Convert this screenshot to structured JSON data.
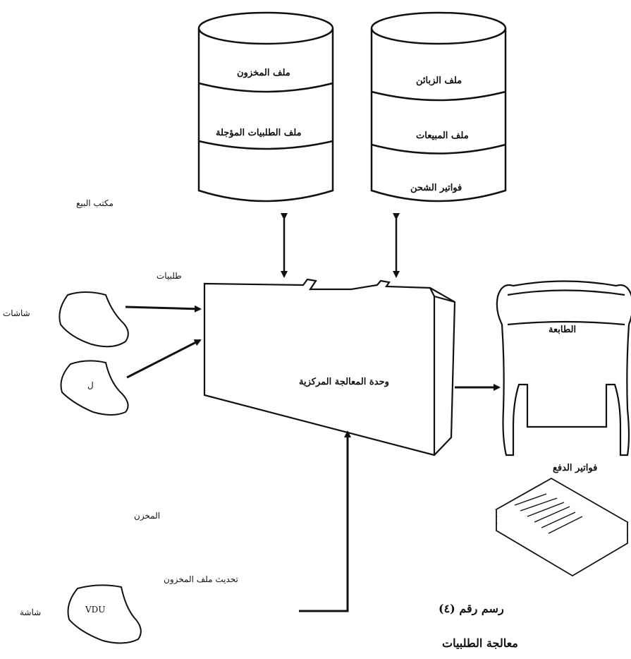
{
  "disk_left": {
    "segments": [
      "ملف المخزون",
      "ملف الطلبيات المؤجلة",
      ""
    ]
  },
  "disk_right": {
    "segments": [
      "ملف الزبائن",
      "ملف المبيعات",
      "فواتير الشحن"
    ]
  },
  "labels": {
    "sales_office": "مكتب البيع",
    "orders": "طلبيات",
    "screens": "شاشات",
    "small_screen_letter": "ل",
    "cpu": "وحدة المعالجة المركزية",
    "printer": "الطابعة",
    "payment_invoices": "فواتير الدفع",
    "warehouse": "المخزن",
    "update_inventory": "تحديث ملف المخزون",
    "screen": "شاشة",
    "vdu": "VDU"
  },
  "caption": {
    "figure_number": "رسم رقم (٤)",
    "title": "معالجة الطلبيات"
  }
}
